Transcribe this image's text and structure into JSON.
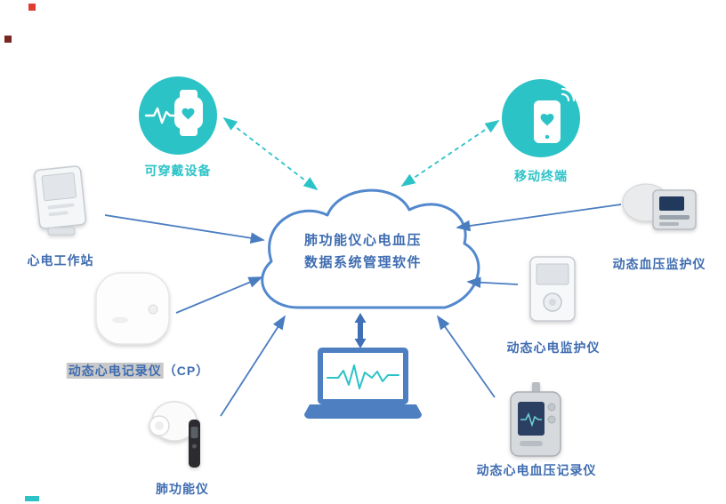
{
  "cloud": {
    "title_line1": "肺功能仪心电血压",
    "title_line2": "数据系统管理软件"
  },
  "nodes": {
    "wearable": {
      "label": "可穿戴设备",
      "icon": "smartwatch-heart-icon"
    },
    "mobile": {
      "label": "移动终端",
      "icon": "smartphone-heart-signal-icon"
    },
    "ecg_workstation": {
      "label": "心电工作站"
    },
    "cp_recorder": {
      "label_main": "动态心电记录仪",
      "label_suffix": "（CP）"
    },
    "spirometer": {
      "label": "肺功能仪"
    },
    "bp_monitor": {
      "label": "动态血压监护仪"
    },
    "ecg_monitor": {
      "label": "动态心电监护仪"
    },
    "ecg_bp_recorder": {
      "label": "动态心电血压记录仪"
    }
  },
  "colors": {
    "teal": "#2cc3c7",
    "arrow_blue": "#4a7dc0",
    "cloud_stroke": "#5288cd",
    "label_blue": "#3e6cb0"
  },
  "connections": [
    {
      "from": "ecg_workstation",
      "to": "cloud",
      "style": "solid",
      "direction": "one-way"
    },
    {
      "from": "cp_recorder",
      "to": "cloud",
      "style": "solid",
      "direction": "one-way"
    },
    {
      "from": "spirometer",
      "to": "cloud",
      "style": "solid",
      "direction": "one-way"
    },
    {
      "from": "bp_monitor",
      "to": "cloud",
      "style": "solid",
      "direction": "one-way"
    },
    {
      "from": "ecg_monitor",
      "to": "cloud",
      "style": "solid",
      "direction": "one-way"
    },
    {
      "from": "ecg_bp_recorder",
      "to": "cloud",
      "style": "solid",
      "direction": "one-way"
    },
    {
      "from": "wearable",
      "to": "cloud",
      "style": "dashed",
      "direction": "two-way"
    },
    {
      "from": "mobile",
      "to": "cloud",
      "style": "dashed",
      "direction": "two-way"
    },
    {
      "from": "cloud",
      "to": "laptop",
      "style": "thick",
      "direction": "two-way"
    }
  ]
}
